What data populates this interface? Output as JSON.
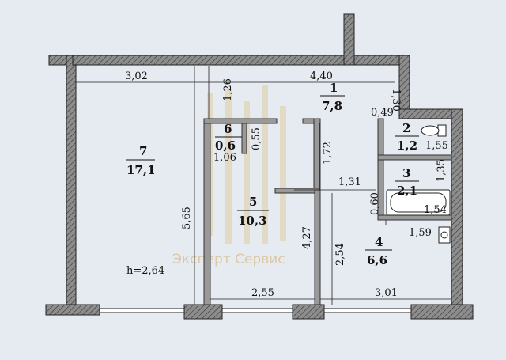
{
  "rooms": [
    {
      "num": "7",
      "area": "17,1"
    },
    {
      "num": "6",
      "area": "0,6"
    },
    {
      "num": "5",
      "area": "10,3"
    },
    {
      "num": "1",
      "area": "7,8"
    },
    {
      "num": "2",
      "area": "1,2"
    },
    {
      "num": "3",
      "area": "2,1"
    },
    {
      "num": "4",
      "area": "6,6"
    }
  ],
  "dimensions": {
    "d302": "3,02",
    "d440": "4,40",
    "d130": "1,30",
    "d126": "1,26",
    "d049": "0,49",
    "d055": "0,55",
    "d106": "1,06",
    "d172": "1,72",
    "d155": "1,55",
    "d135": "1,35",
    "d131": "1,31",
    "d565": "5,65",
    "d427": "4,27",
    "d060": "0,60",
    "d154": "1,54",
    "d159": "1,59",
    "d254": "2,54",
    "d255": "2,55",
    "d301": "3,01"
  },
  "ceiling_height": "h=2,64",
  "watermark": "Эксперт Сервис",
  "colors": {
    "wall": "#8b8b8b",
    "hatch": "#3a3a3a",
    "background": "#e6eaf1",
    "watermark": "#d9c9a6"
  }
}
